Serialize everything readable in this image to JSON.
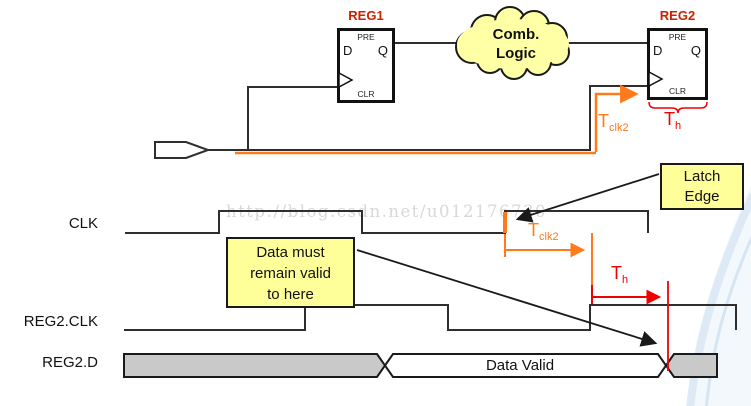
{
  "watermark": "http://blog.csdn.net/u012176730",
  "colors": {
    "orange": "#FF7A1A",
    "red": "#F10000",
    "callout_yellow": "#FFFF99",
    "cloud_yellow": "#FFFFA6",
    "bus_gray": "#C9C9C9",
    "reg_title_red": "#CC2200",
    "line_dark": "#2E2E2E",
    "watermark_gray": "#D8D8D8",
    "swoosh_blue": "#D7E5F2"
  },
  "circuit": {
    "reg1": {
      "title": "REG1",
      "pre": "PRE",
      "d": "D",
      "q": "Q",
      "clr": "CLR"
    },
    "reg2": {
      "title": "REG2",
      "pre": "PRE",
      "d": "D",
      "q": "Q",
      "clr": "CLR"
    },
    "cloud": {
      "line1": "Comb.",
      "line2": "Logic"
    },
    "t_clk2": {
      "main": "T",
      "sub": "clk2"
    },
    "t_h": {
      "main": "T",
      "sub": "h"
    }
  },
  "timing": {
    "rows": {
      "clk": "CLK",
      "reg2clk": "REG2.CLK",
      "reg2d": "REG2.D"
    },
    "callouts": {
      "latch_edge": {
        "line1": "Latch",
        "line2": "Edge"
      },
      "data_must": {
        "line1": "Data must",
        "line2": "remain valid",
        "line3": "to here"
      }
    },
    "bus_label": "Data Valid",
    "t_clk2": {
      "main": "T",
      "sub": "clk2"
    },
    "t_h": {
      "main": "T",
      "sub": "h"
    }
  }
}
